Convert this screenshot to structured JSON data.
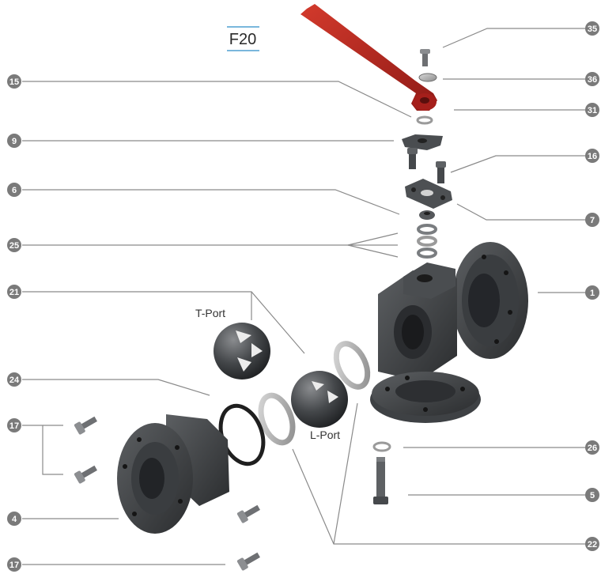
{
  "title": "F20",
  "colors": {
    "title_rule": "#2a8cc8",
    "leader": "#8a8a8a",
    "badge": "#7a7a7a",
    "handle": "#b5211e",
    "body": "#3f4245",
    "metal": "#9a9a9a"
  },
  "labels": {
    "t_port": "T-Port",
    "l_port": "L-Port"
  },
  "parts": {
    "p35": "35",
    "p36": "36",
    "p31": "31",
    "p15": "15",
    "p16": "16",
    "p9": "9",
    "p6": "6",
    "p7": "7",
    "p25": "25",
    "p1": "1",
    "p21": "21",
    "p24": "24",
    "p17a": "17",
    "p17b": "17",
    "p26": "26",
    "p5": "5",
    "p4": "4",
    "p22": "22"
  }
}
